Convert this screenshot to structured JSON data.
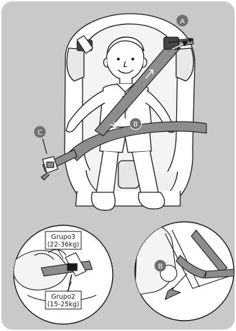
{
  "markers": {
    "a": "A",
    "b": "B",
    "c": "C"
  },
  "inset_left": {
    "group3_line1": "Grupo3",
    "group3_line2": "(22-36kg)",
    "group2_line1": "Grupo2",
    "group2_line2": "(15-25kg)"
  },
  "inset_right": {
    "marker": "B"
  },
  "colors": {
    "panel_bg": "#c9c9c9",
    "belt": "#8d8d8d",
    "marker_fill": "#707070",
    "outline": "#1a1a1a"
  }
}
